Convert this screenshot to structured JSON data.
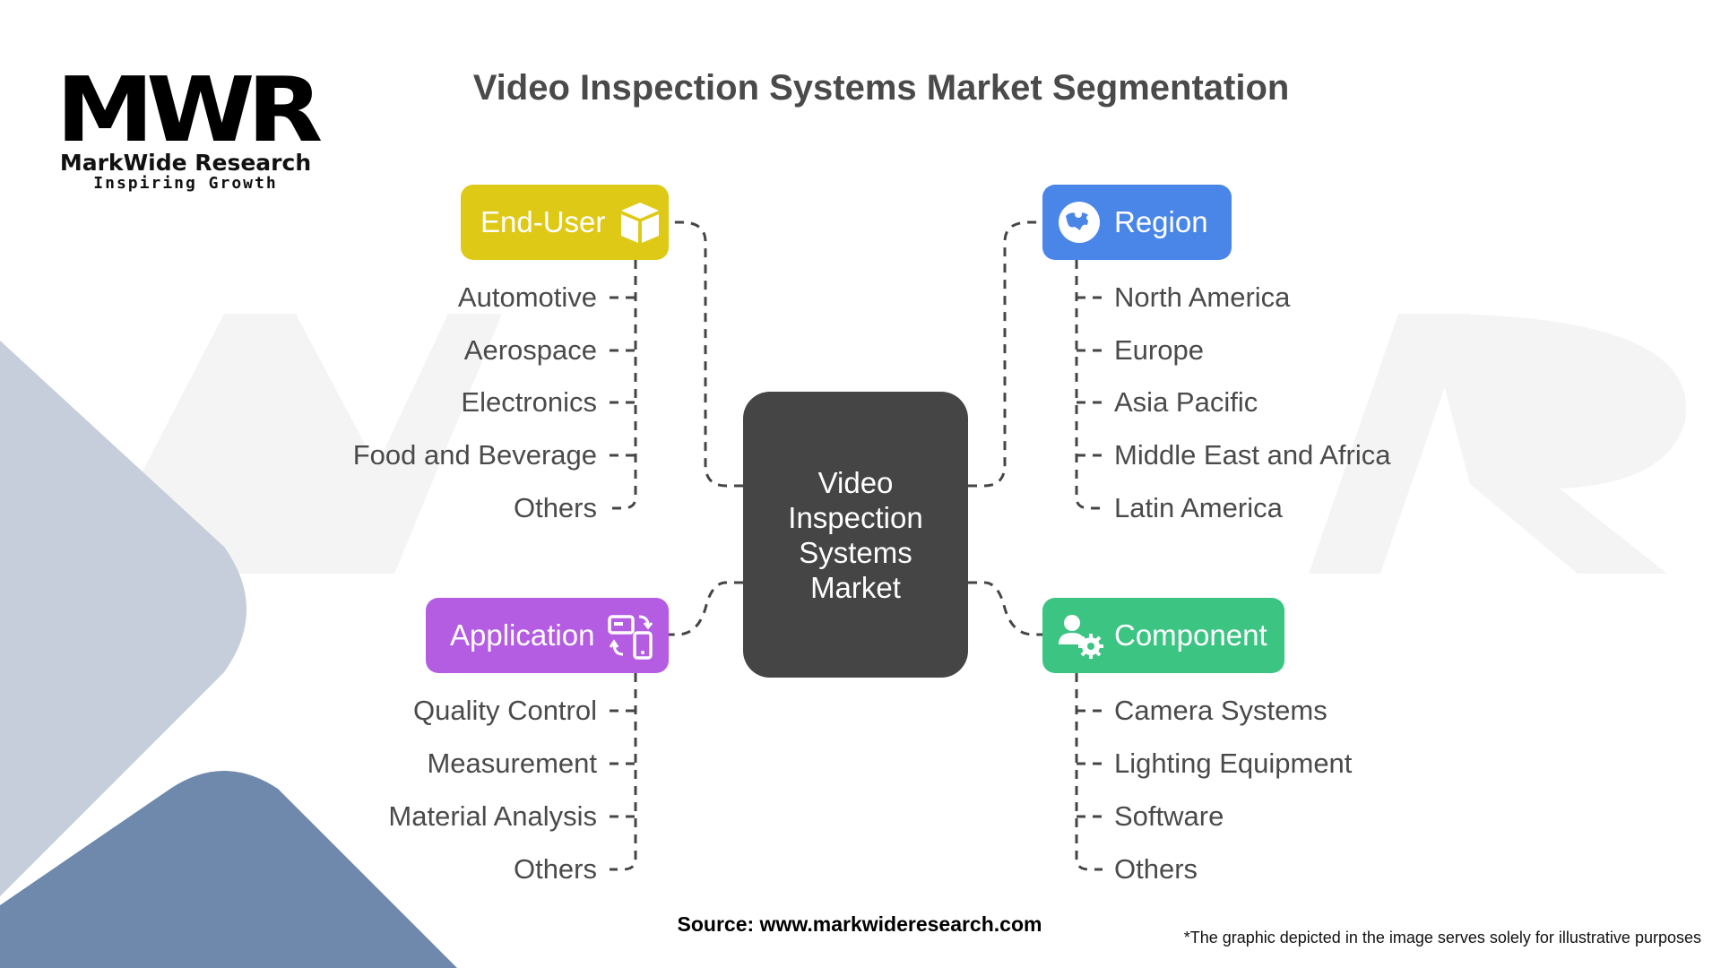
{
  "logo": {
    "mark": "MWR",
    "name": "MarkWide Research",
    "tagline": "Inspiring Growth"
  },
  "title": "Video Inspection Systems Market Segmentation",
  "center": {
    "label": "Video Inspection Systems Market"
  },
  "categories": {
    "end_user": {
      "label": "End-User",
      "icon": "cube-icon",
      "color": "#dfc917",
      "items": [
        "Automotive",
        "Aerospace",
        "Electronics",
        "Food and Beverage",
        "Others"
      ]
    },
    "region": {
      "label": "Region",
      "icon": "globe-icon",
      "color": "#4a86e8",
      "items": [
        "North America",
        "Europe",
        "Asia Pacific",
        "Middle East and Africa",
        "Latin America"
      ]
    },
    "application": {
      "label": "Application",
      "icon": "device-sync-icon",
      "color": "#b55de2",
      "items": [
        "Quality Control",
        "Measurement",
        "Material Analysis",
        "Others"
      ]
    },
    "component": {
      "label": "Component",
      "icon": "user-gear-icon",
      "color": "#3cc483",
      "items": [
        "Camera Systems",
        "Lighting Equipment",
        "Software",
        "Others"
      ]
    }
  },
  "source": "Source: www.markwideresearch.com",
  "footnote": "*The graphic depicted in the image serves solely for illustrative purposes"
}
